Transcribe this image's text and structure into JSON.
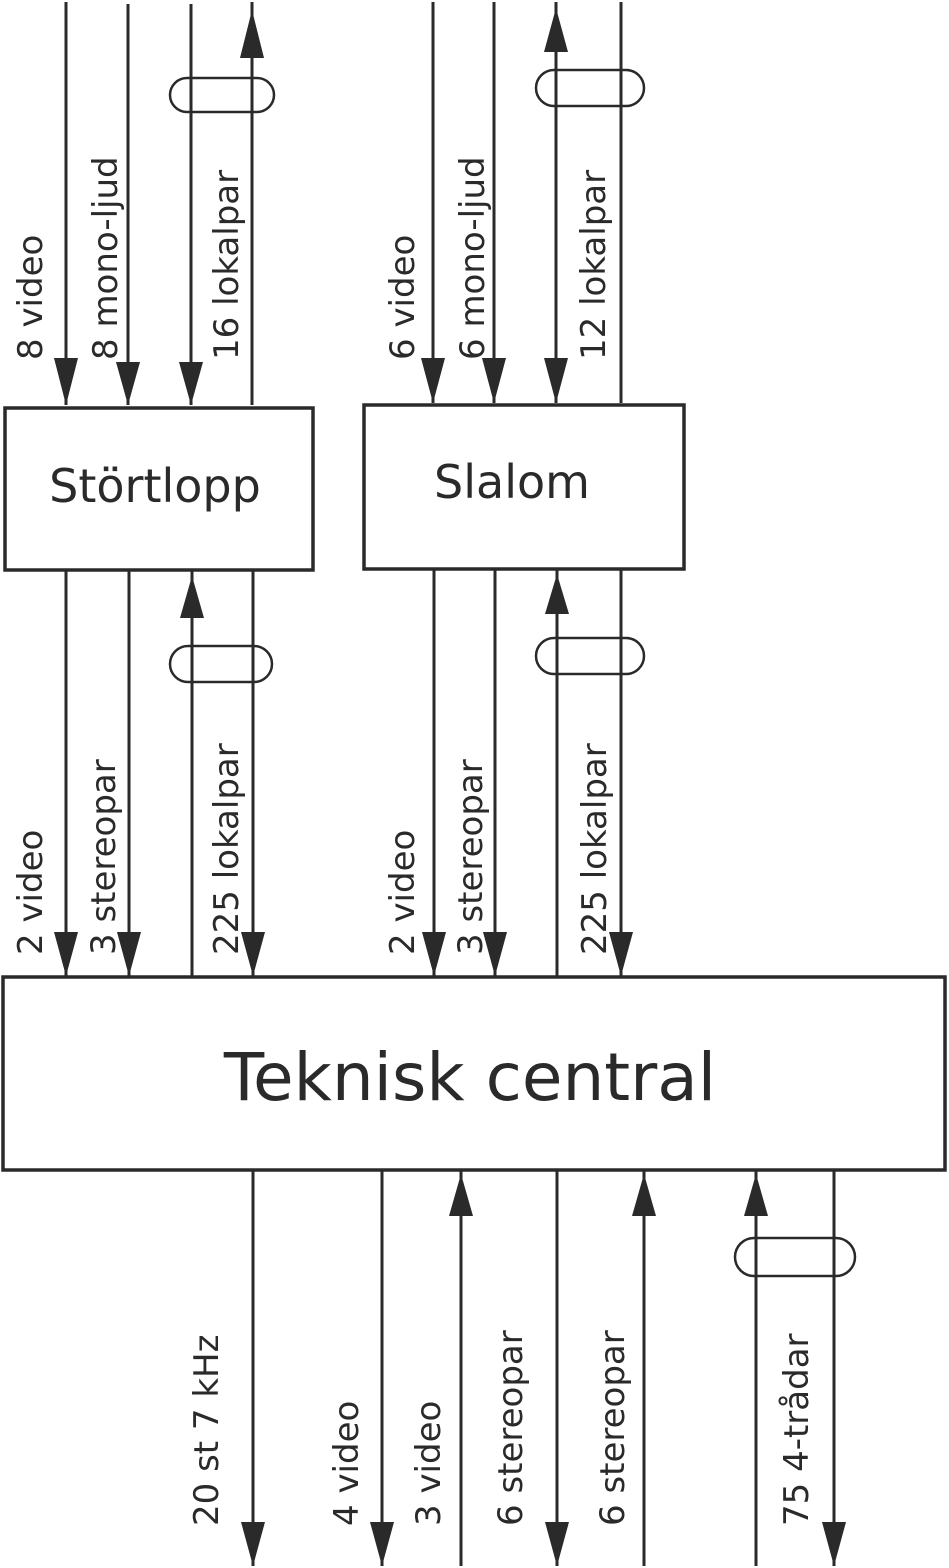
{
  "colors": {
    "ink": "#2a2a2a",
    "background": "#ffffff"
  },
  "nodes": {
    "downhill": {
      "label": "Störtlopp"
    },
    "slalom": {
      "label": "Slalom"
    },
    "central": {
      "label": "Teknisk central"
    }
  },
  "links": {
    "downhill_in": [
      {
        "label": "8 video",
        "direction": "down"
      },
      {
        "label": "8 mono-ljud",
        "direction": "down"
      },
      {
        "label": "16 lokalpar",
        "direction": "both",
        "bundled": true
      }
    ],
    "slalom_in": [
      {
        "label": "6 video",
        "direction": "down"
      },
      {
        "label": "6 mono-ljud",
        "direction": "down"
      },
      {
        "label": "12 lokalpar",
        "direction": "both",
        "bundled": true
      }
    ],
    "downhill_to_central": [
      {
        "label": "2 video",
        "direction": "down"
      },
      {
        "label": "3 stereopar",
        "direction": "down"
      },
      {
        "label": "225 lokalpar",
        "direction": "both",
        "bundled": true
      }
    ],
    "slalom_to_central": [
      {
        "label": "2 video",
        "direction": "down"
      },
      {
        "label": "3 stereopar",
        "direction": "down"
      },
      {
        "label": "225 lokalpar",
        "direction": "both",
        "bundled": true
      }
    ],
    "central_out": [
      {
        "label": "20 st 7 kHz",
        "direction": "down"
      },
      {
        "label": "4 video",
        "direction": "down"
      },
      {
        "label": "3 video",
        "direction": "up"
      },
      {
        "label": "6 stereopar",
        "direction": "down"
      },
      {
        "label": "6 stereopar",
        "direction": "up"
      },
      {
        "label": "75 4-trådar",
        "direction": "both",
        "bundled": true
      }
    ]
  }
}
